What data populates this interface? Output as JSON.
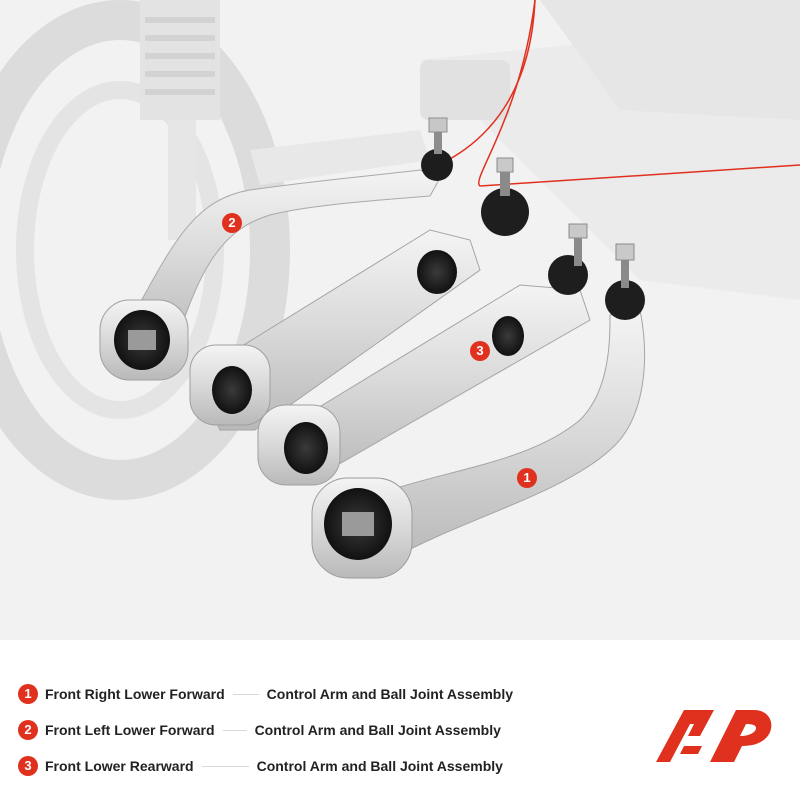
{
  "accent_color": "#e0311f",
  "photo": {
    "description_icon": "control-arm-product-photo",
    "markers": [
      "1",
      "2",
      "3"
    ]
  },
  "legend": {
    "items": [
      {
        "number": "1",
        "position": "Front Right Lower Forward",
        "part": "Control Arm and Ball Joint Assembly"
      },
      {
        "number": "2",
        "position": "Front Left Lower Forward",
        "part": "Control Arm and Ball Joint Assembly"
      },
      {
        "number": "3",
        "position": "Front Lower Rearward",
        "part": "Control Arm and Ball Joint Assembly"
      }
    ]
  },
  "logo": {
    "icon": "brand-logo-icon"
  }
}
